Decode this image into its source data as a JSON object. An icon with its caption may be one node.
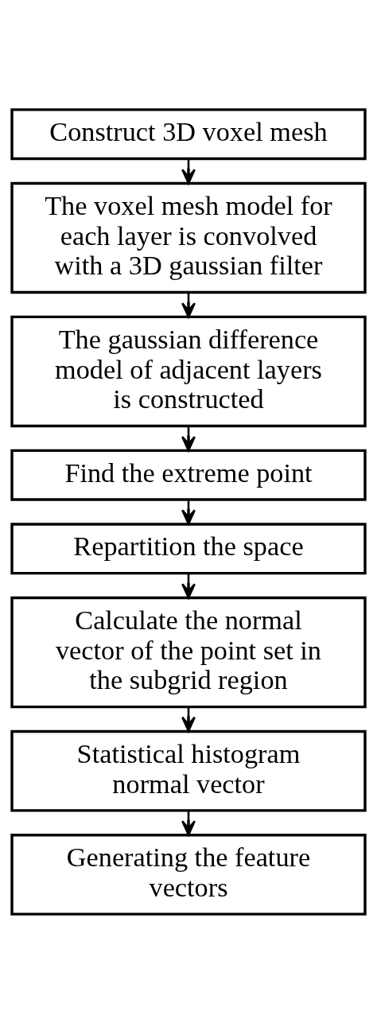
{
  "diagram": {
    "nodes": [
      {
        "text": [
          "Construct 3D voxel mesh"
        ]
      },
      {
        "text": [
          "The voxel mesh model for each layer is convolved with a 3D gaussian filter"
        ]
      },
      {
        "text": [
          "The gaussian difference model of adjacent layers is constructed"
        ]
      },
      {
        "text": [
          "Find the extreme point"
        ]
      },
      {
        "text": [
          "Repartition the space"
        ]
      },
      {
        "text": [
          "Calculate the normal vector of the point set in the subgrid region"
        ]
      },
      {
        "text": [
          "Statistical histogram normal vector"
        ]
      },
      {
        "text": [
          "Generating the feature vectors"
        ]
      }
    ],
    "edges": [
      {
        "from": 0,
        "to": 1,
        "arrow": "to"
      },
      {
        "from": 1,
        "to": 2,
        "arrow": "to"
      },
      {
        "from": 2,
        "to": 3,
        "arrow": "to"
      },
      {
        "from": 3,
        "to": 4,
        "arrow": "to"
      },
      {
        "from": 4,
        "to": 5,
        "arrow": "to"
      },
      {
        "from": 5,
        "to": 6,
        "arrow": "to"
      },
      {
        "from": 6,
        "to": 7,
        "arrow": "to"
      }
    ]
  }
}
